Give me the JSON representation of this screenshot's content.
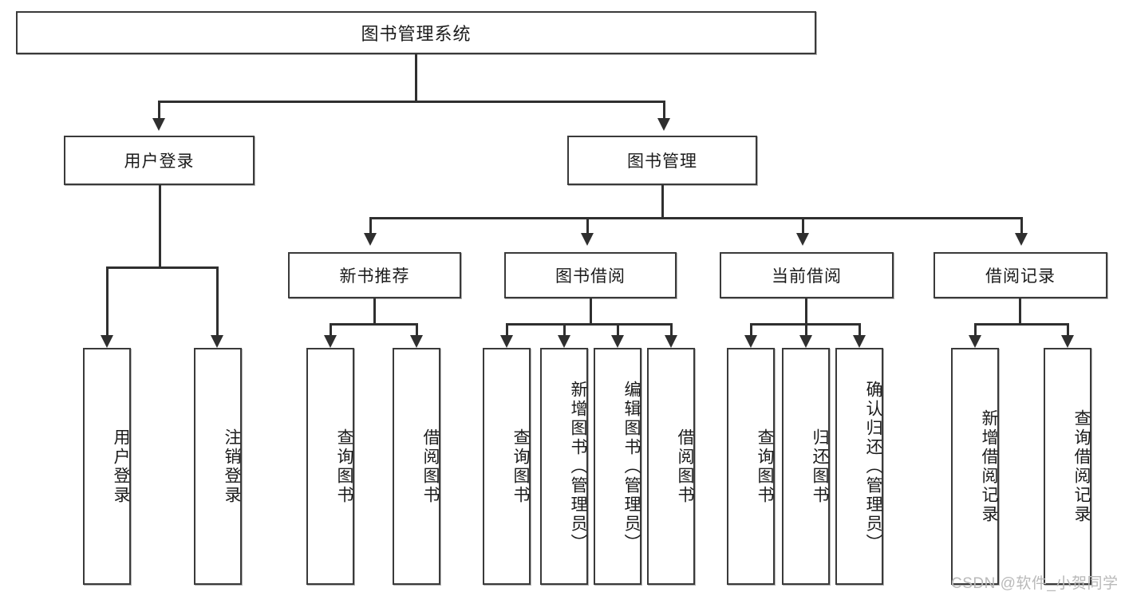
{
  "diagram": {
    "type": "tree-hierarchy-chart",
    "title": "图书管理系统",
    "orientation": "top-down",
    "levels": 4,
    "colors": {
      "stroke": "#3a3a3a",
      "connector": "#2f2f2f",
      "fill": "#ffffff",
      "text": "#1b1b1b",
      "watermark": "#b9b9b9"
    }
  },
  "nodes": {
    "root": {
      "label": "图书管理系统"
    },
    "level2": [
      {
        "id": "user-login",
        "label": "用户登录"
      },
      {
        "id": "book-management",
        "label": "图书管理"
      }
    ],
    "level3": [
      {
        "id": "new-book-recommend",
        "label": "新书推荐"
      },
      {
        "id": "book-borrow",
        "label": "图书借阅"
      },
      {
        "id": "current-borrow",
        "label": "当前借阅"
      },
      {
        "id": "borrow-record",
        "label": "借阅记录"
      }
    ],
    "leaves": {
      "user_login": [
        {
          "id": "leaf-user-login",
          "label": "用户登录"
        },
        {
          "id": "leaf-logout-login",
          "label": "注销登录"
        }
      ],
      "new_book_recommend": [
        {
          "id": "leaf-query-book-1",
          "label": "查询图书"
        },
        {
          "id": "leaf-borrow-book-1",
          "label": "借阅图书"
        }
      ],
      "book_borrow": [
        {
          "id": "leaf-query-book-2",
          "label": "查询图书"
        },
        {
          "id": "leaf-add-book",
          "label": "新增图书（管理员）"
        },
        {
          "id": "leaf-edit-book",
          "label": "编辑图书（管理员）"
        },
        {
          "id": "leaf-borrow-book-2",
          "label": "借阅图书"
        }
      ],
      "current_borrow": [
        {
          "id": "leaf-query-book-3",
          "label": "查询图书"
        },
        {
          "id": "leaf-return-book",
          "label": "归还图书"
        },
        {
          "id": "leaf-confirm-return",
          "label": "确认归还（管理员）"
        }
      ],
      "borrow_record": [
        {
          "id": "leaf-add-record",
          "label": "新增借阅记录"
        },
        {
          "id": "leaf-query-record",
          "label": "查询借阅记录"
        }
      ]
    }
  },
  "watermark": {
    "text": "CSDN @软件_小贺同学"
  }
}
